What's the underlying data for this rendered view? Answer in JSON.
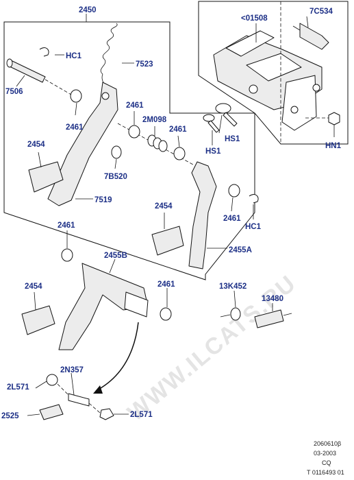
{
  "watermark": "WWW.ILCATS.RU",
  "labels": {
    "p2450": "2450",
    "p01508": "<01508",
    "p7C534": "7C534",
    "hc1_top": "HC1",
    "p7523": "7523",
    "p7506": "7506",
    "p2461_a": "2461",
    "p2M098": "2M098",
    "p2461_b": "2461",
    "p2461_c": "2461",
    "hs1_a": "HS1",
    "hs1_b": "HS1",
    "hn1": "HN1",
    "p2454_a": "2454",
    "p7B520": "7B520",
    "p7519": "7519",
    "p2454_b": "2454",
    "p2461_d": "2461",
    "hc1_bot": "HC1",
    "p2455A": "2455A",
    "p2461_e": "2461",
    "p2455B": "2455B",
    "p2454_c": "2454",
    "p2461_f": "2461",
    "p13K452": "13K452",
    "p13480": "13480",
    "p2N357": "2N357",
    "p2L571_a": "2L571",
    "p2525": "2525",
    "p2L571_b": "2L571"
  },
  "footer": {
    "line1": "2060610β",
    "line2": "03-2003",
    "line3": "CQ",
    "line4": "T 0116493 01"
  }
}
